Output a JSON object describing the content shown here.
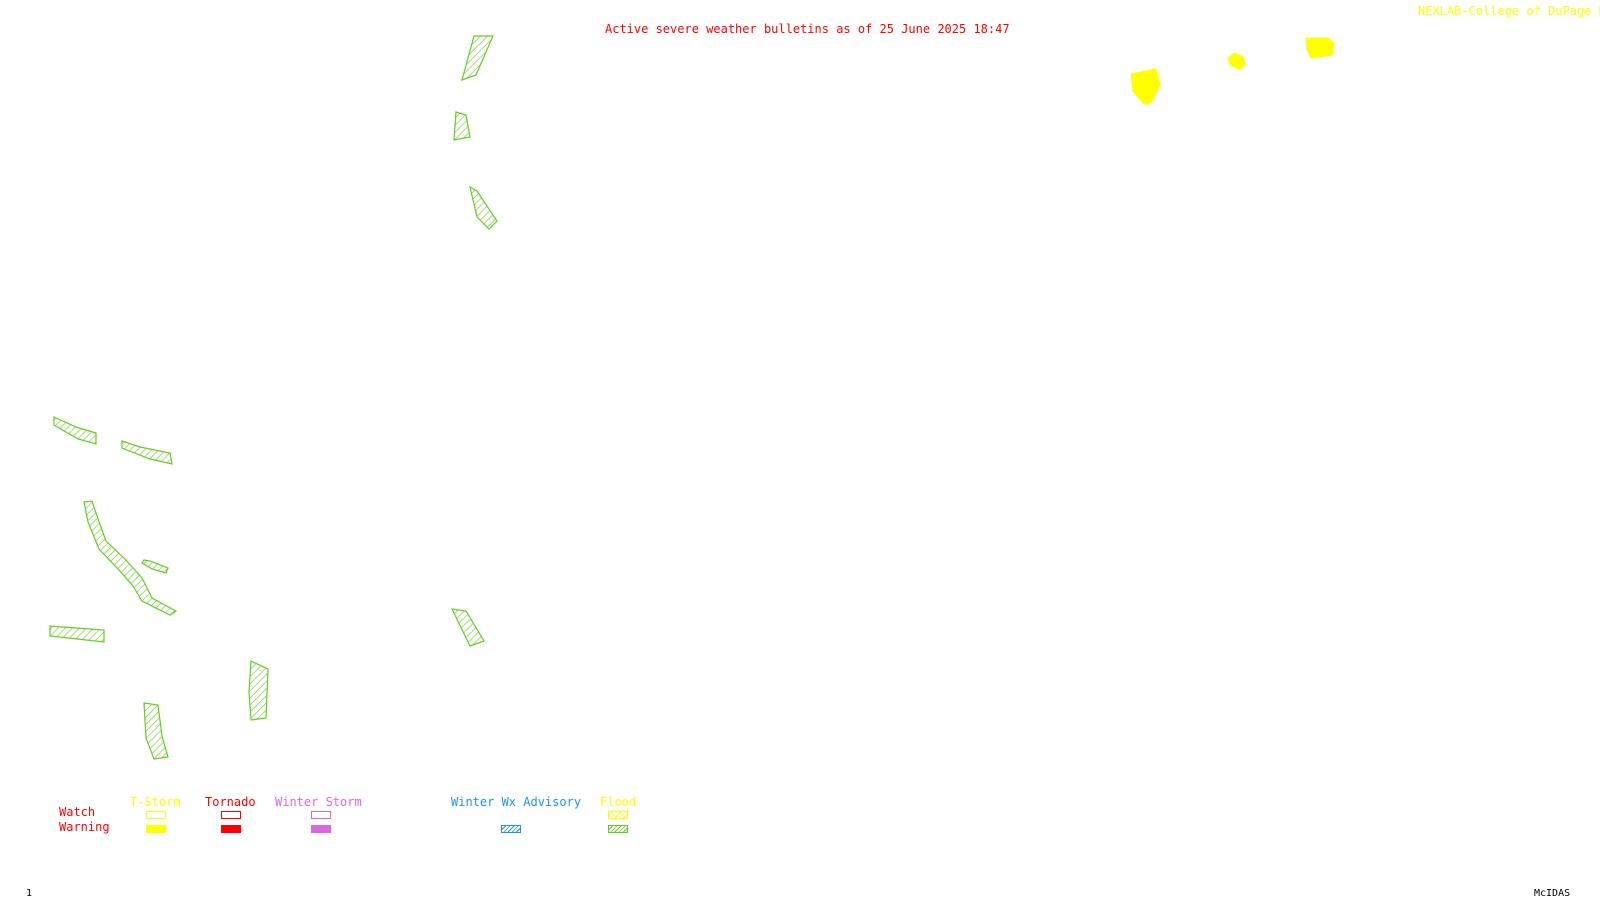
{
  "header": {
    "title": "Active severe weather bulletins as of 25 June 2025 18:47",
    "source": "NEXLAB-College of DuPage R"
  },
  "colors": {
    "tstorm": "#ffff00",
    "tornado": "#ff0000",
    "winter_storm": "#dd66dd",
    "winter_advisory": "#1e90ff",
    "flood": "#66cc22"
  },
  "map": {
    "warnings": [
      {
        "type": "Flood",
        "style": "hatched"
      },
      {
        "type": "T-Storm",
        "style": "solid"
      }
    ]
  },
  "legend": {
    "row_labels": {
      "watch": "Watch",
      "warning": "Warning"
    },
    "categories": [
      {
        "key": "tstorm",
        "label": "T-Storm"
      },
      {
        "key": "tornado",
        "label": "Tornado"
      },
      {
        "key": "winter_storm",
        "label": "Winter Storm"
      },
      {
        "key": "winter_advisory",
        "label": "Winter Wx Advisory"
      },
      {
        "key": "flood",
        "label": "Flood"
      }
    ]
  },
  "footer": {
    "frame_number": "1",
    "software": "McIDAS"
  }
}
